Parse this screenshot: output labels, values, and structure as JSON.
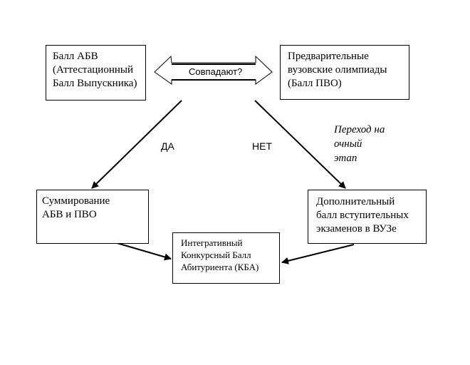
{
  "boxes": {
    "abv": "Балл АБВ\n(Аттестационный\nБалл Выпускника)",
    "pvo": "Предварительные\nвузовские олимпиады\n(Балл ПВО)",
    "sum": "Суммирование\nАБВ и ПВО",
    "dop": "Дополнительный\nбалл  вступительных\nэкзаменов в ВУЗе",
    "kba": "Интегративный\nКонкурсный Балл\nАбитуриента (КБА)"
  },
  "labels": {
    "match": "Совпадают?",
    "yes": "ДА",
    "no": "НЕТ",
    "transition": "Переход на\nочный\nэтап"
  }
}
